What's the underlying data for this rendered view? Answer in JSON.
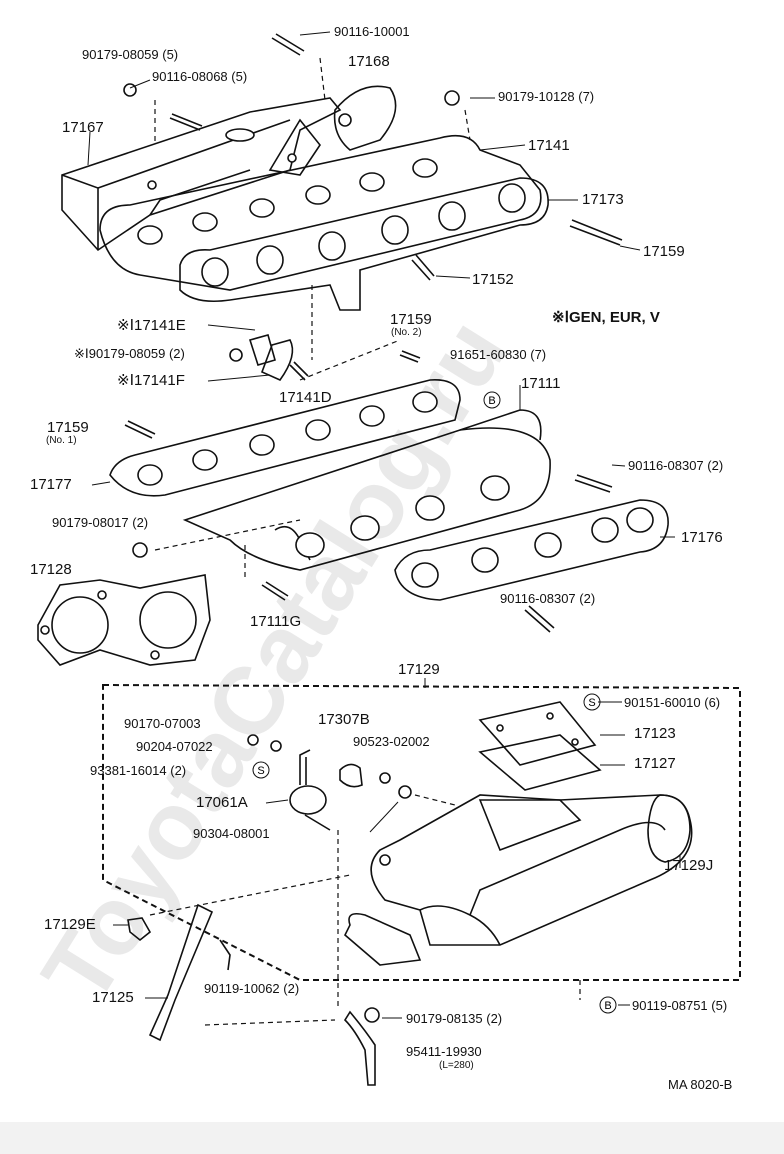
{
  "labels": {
    "p90116_10001": "90116-10001",
    "p90179_08059_5": "90179-08059 (5)",
    "p90116_08068_5": "90116-08068 (5)",
    "p17168": "17168",
    "p90179_10128_7": "90179-10128 (7)",
    "p17167": "17167",
    "p17141": "17141",
    "p17173": "17173",
    "p17159_a": "17159",
    "p17152": "17152",
    "gen_note": "※ⅠGEN, EUR, V",
    "p17141E": "※Ⅰ17141E",
    "p90179_08059_2": "※Ⅰ90179-08059 (2)",
    "p17141F": "※Ⅰ17141F",
    "p17159_no2": "17159",
    "no2": "(No. 2)",
    "p91651_60830_7": "91651-60830 (7)",
    "p17141D": "17141D",
    "p17111": "17111",
    "p17159_no1": "17159",
    "no1": "(No. 1)",
    "p17177": "17177",
    "p90116_08307_2a": "90116-08307 (2)",
    "p90179_08017_2": "90179-08017 (2)",
    "p17176": "17176",
    "p17128": "17128",
    "p17111G": "17111G",
    "p90116_08307_2b": "90116-08307 (2)",
    "p17129": "17129",
    "p90151_60010_6": "90151-60010 (6)",
    "p90170_07003": "90170-07003",
    "p17307B": "17307B",
    "p90204_07022": "90204-07022",
    "p90523_02002": "90523-02002",
    "p17123": "17123",
    "p93381_16014_2": "93381-16014 (2)",
    "p17127": "17127",
    "p17061A": "17061A",
    "p90304_08001": "90304-08001",
    "p17129J": "17129J",
    "p17129E": "17129E",
    "p90119_10062_2": "90119-10062 (2)",
    "p17125": "17125",
    "p90179_08135_2": "90179-08135 (2)",
    "p90119_08751_5": "90119-08751 (5)",
    "p95411_19930": "95411-19930",
    "l280": "(L=280)",
    "ma_code": "MA 8020-B"
  },
  "markers": {
    "b": "B",
    "s": "S"
  },
  "watermark": "ToyotaCatalog.ru",
  "colors": {
    "line": "#111111",
    "background": "#ffffff",
    "footer": "#f2f2f2"
  }
}
